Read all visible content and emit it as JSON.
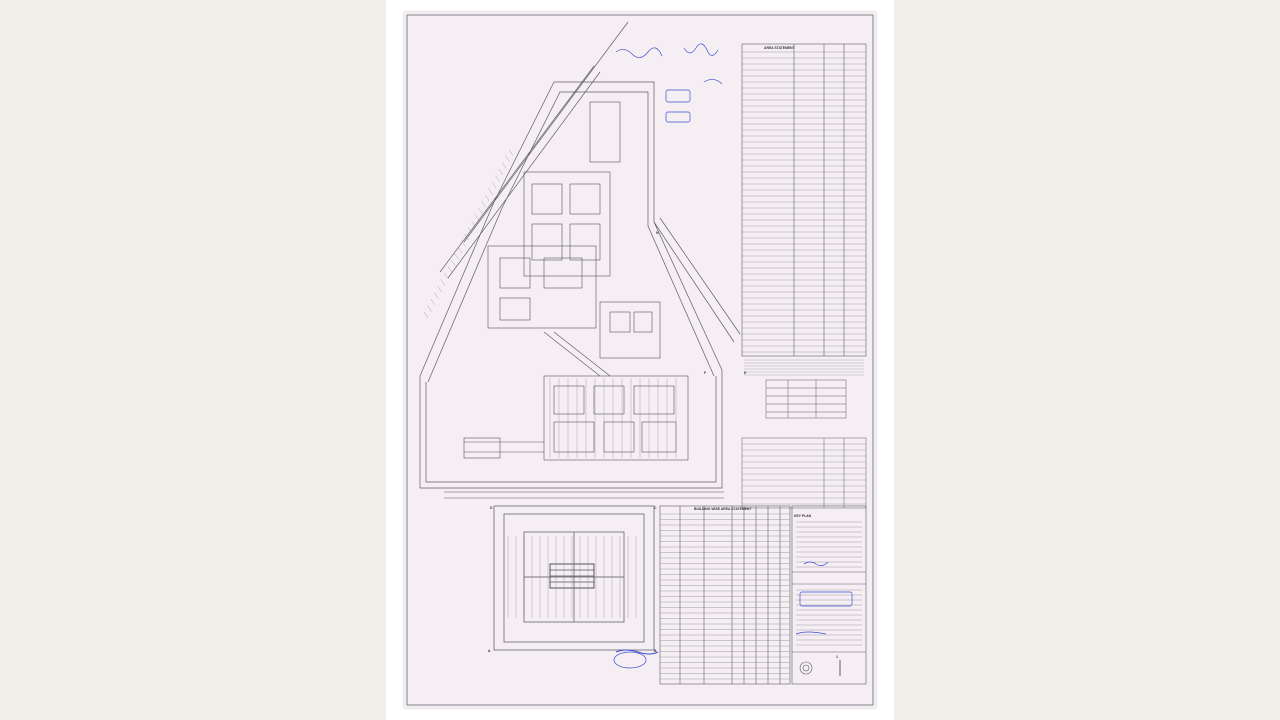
{
  "viewer": {
    "background": "#f2efea",
    "page_background": "#f5eef3",
    "line_color": "#6a6a72",
    "stamp_color": "#3a4fd0"
  },
  "drawing": {
    "area_table_title": "AREA STATEMENT",
    "unit_table_title": "BUILDING WISE AREA STATEMENT",
    "key_plan_label": "KEY PLAN",
    "sheet_number": "1",
    "grid_labels": [
      "A",
      "B",
      "C",
      "D",
      "E",
      "F",
      "N"
    ]
  }
}
